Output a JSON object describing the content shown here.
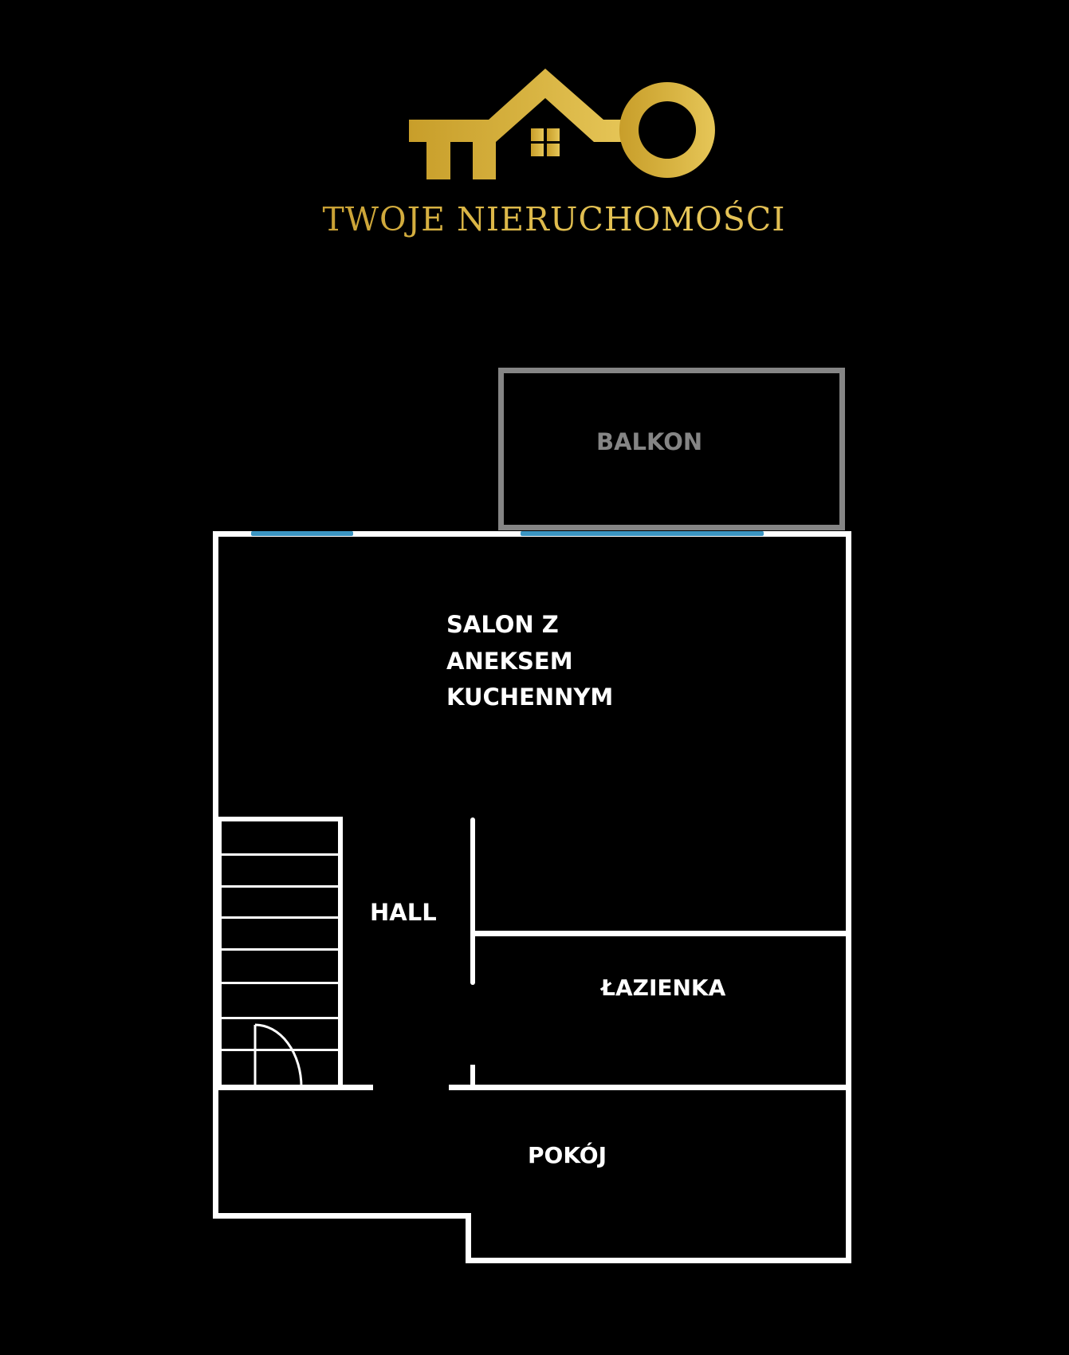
{
  "brand": {
    "name": "TWOJE NIERUCHOMOŚCI",
    "logo_icon": "house-key-logo",
    "gold_color": "#d4ae3a"
  },
  "floorplan": {
    "wall_color": "#ffffff",
    "balcony_color": "#858585",
    "window_color": "#3b95c2",
    "rooms": {
      "balcony": "BALKON",
      "living_room_line1": "SALON Z",
      "living_room_line2": "ANEKSEM",
      "living_room_line3": "KUCHENNYM",
      "hall": "HALL",
      "bathroom": "ŁAZIENKA",
      "room": "POKÓJ"
    },
    "stair_steps": 8
  }
}
